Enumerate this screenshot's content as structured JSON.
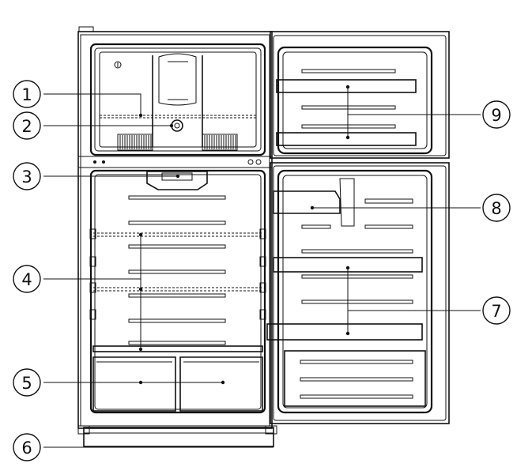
{
  "callouts": [
    {
      "id": 1,
      "label": "1"
    },
    {
      "id": 2,
      "label": "2"
    },
    {
      "id": 3,
      "label": "3"
    },
    {
      "id": 4,
      "label": "4"
    },
    {
      "id": 5,
      "label": "5"
    },
    {
      "id": 6,
      "label": "6"
    },
    {
      "id": 7,
      "label": "7"
    },
    {
      "id": 8,
      "label": "8"
    },
    {
      "id": 9,
      "label": "9"
    }
  ],
  "colors": {
    "ink": "#111111",
    "background": "#ffffff"
  }
}
